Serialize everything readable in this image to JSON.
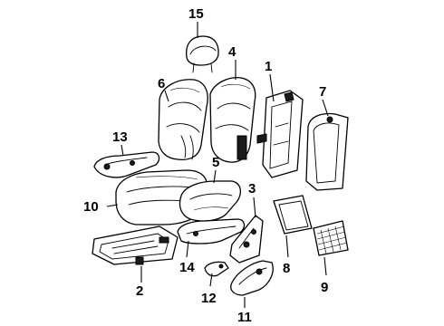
{
  "callouts": {
    "n1": "1",
    "n2": "2",
    "n3": "3",
    "n4": "4",
    "n5": "5",
    "n6": "6",
    "n7": "7",
    "n8": "8",
    "n9": "9",
    "n10": "10",
    "n11": "11",
    "n12": "12",
    "n13": "13",
    "n14": "14",
    "n15": "15"
  }
}
